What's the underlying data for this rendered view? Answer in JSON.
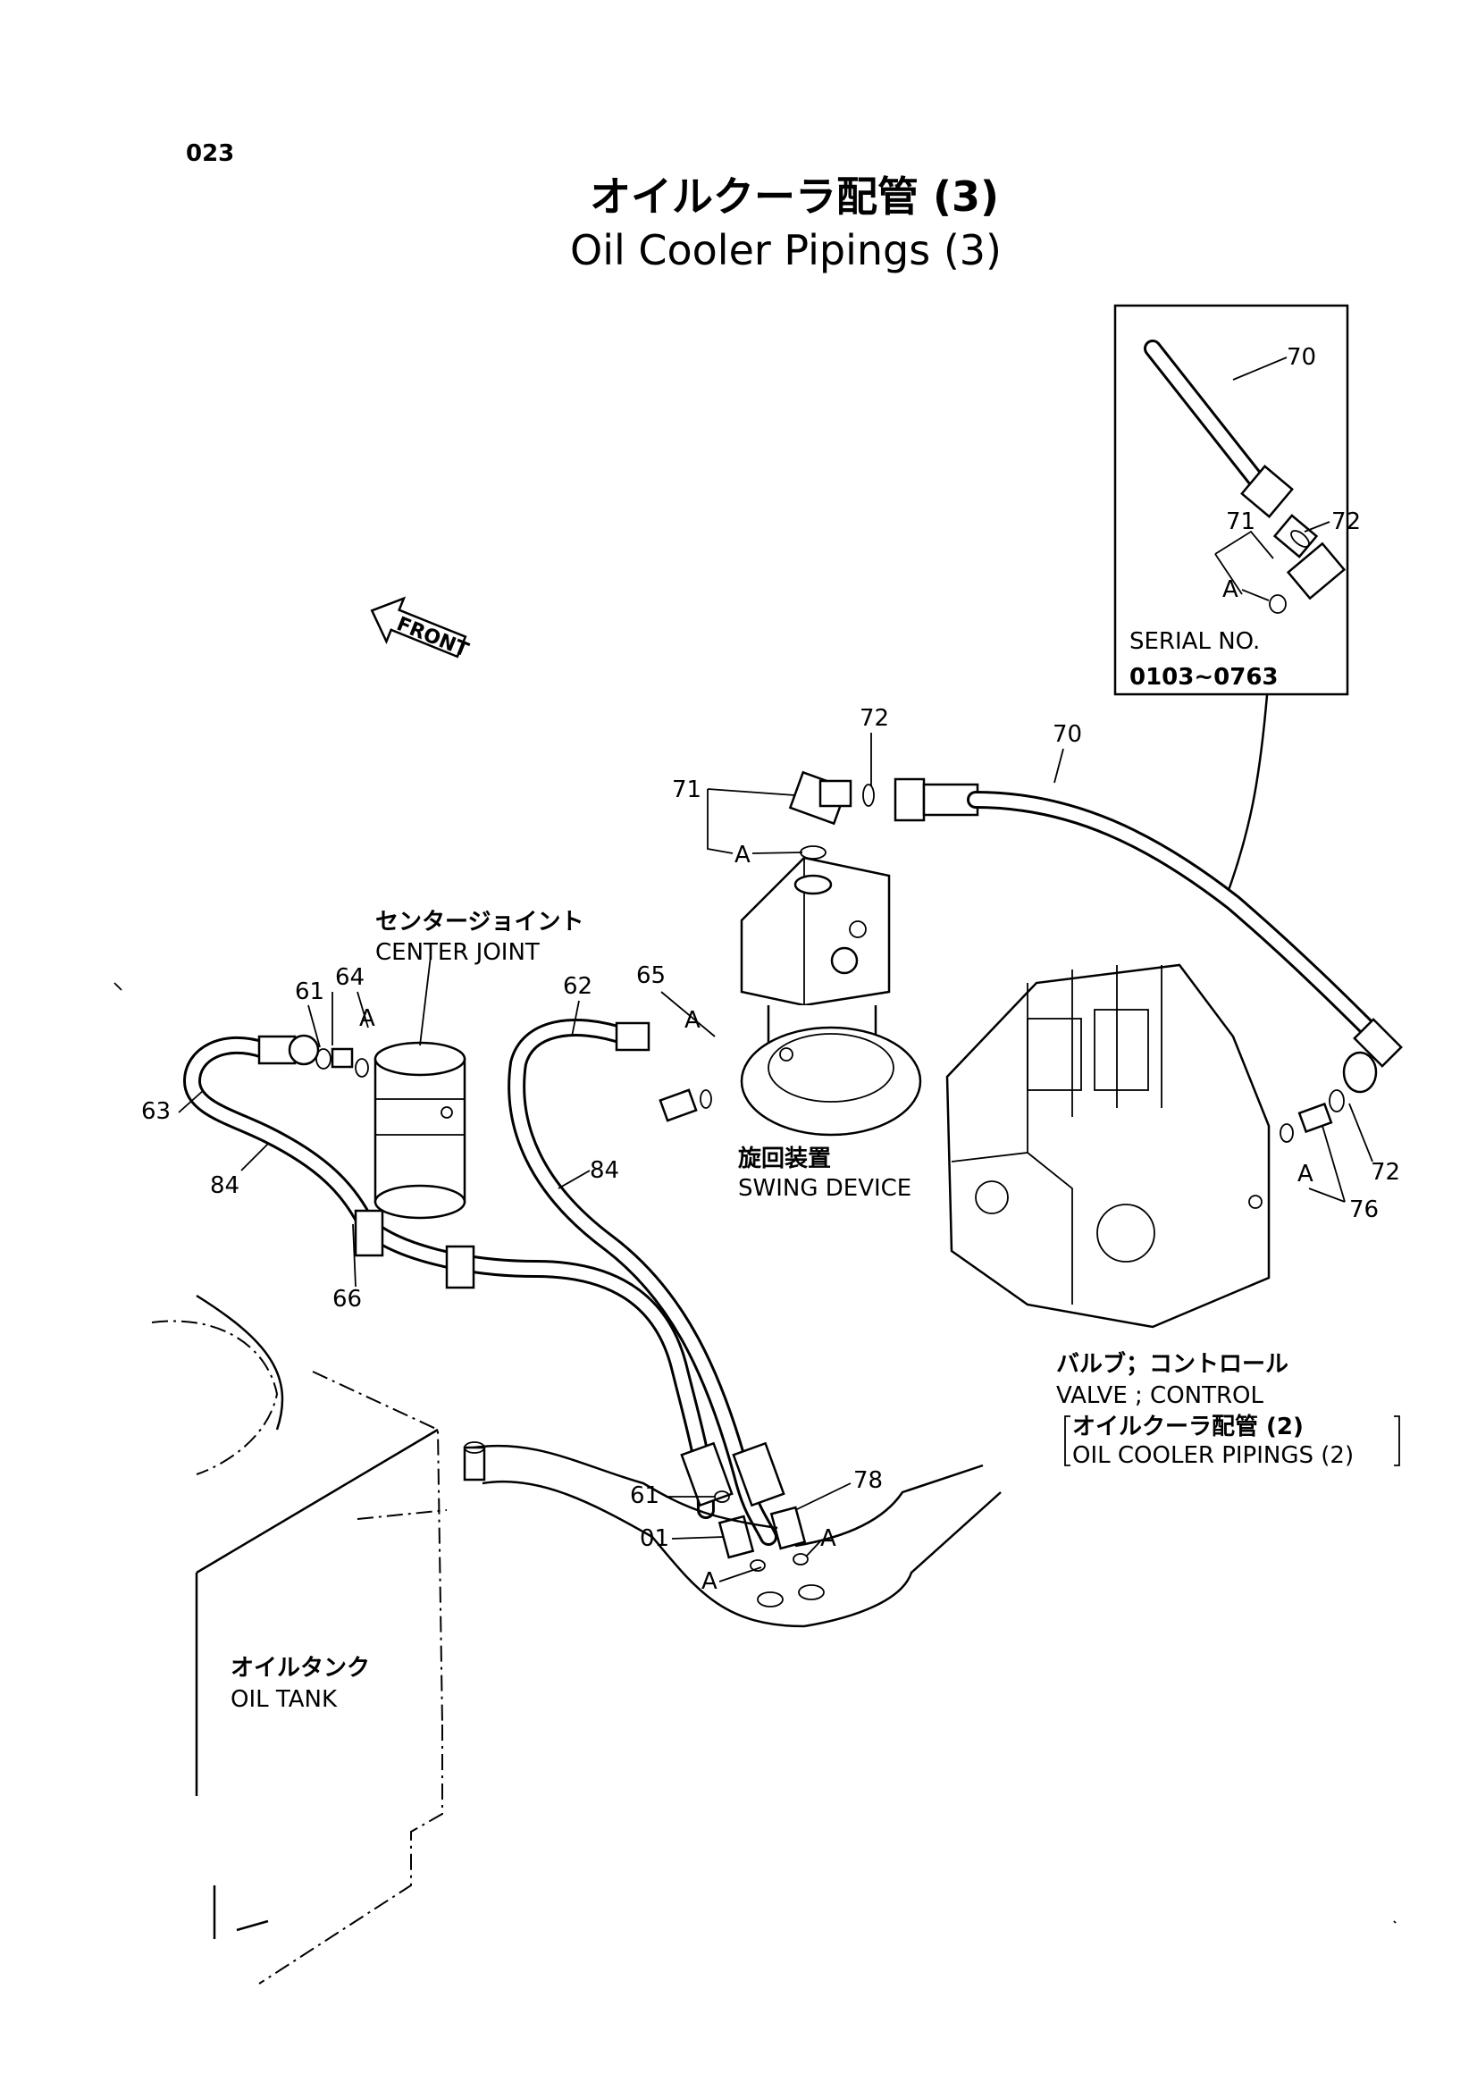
{
  "page_number": "023",
  "title_jp": "オイルクーラ配管 (3)",
  "title_en": "Oil Cooler Pipings (3)",
  "front_label": "FRONT",
  "inset": {
    "serial_label": "SERIAL NO.",
    "serial_range": "0103~0763"
  },
  "component_labels": {
    "center_joint_jp": "センタージョイント",
    "center_joint_en": "CENTER JOINT",
    "swing_device_jp": "旋回装置",
    "swing_device_en": "SWING DEVICE",
    "valve_jp": "バルブ；コントロール",
    "valve_en": "VALVE ; CONTROL",
    "oil_cooler_ref_jp": "オイルクーラ配管 (2)",
    "oil_cooler_ref_en": "OIL COOLER PIPINGS (2)",
    "oil_tank_jp": "オイルタンク",
    "oil_tank_en": "OIL TANK"
  },
  "callouts": {
    "inset_70": "70",
    "inset_71": "71",
    "inset_72": "72",
    "inset_A": "A",
    "p72_top": "72",
    "p70_main": "70",
    "p71_main": "71",
    "pA_71": "A",
    "p61_left": "61",
    "p64": "64",
    "pA_64": "A",
    "p63": "63",
    "p84_left": "84",
    "p66": "66",
    "p62": "62",
    "p65": "65",
    "pA_65": "A",
    "p84_mid": "84",
    "p72_right": "72",
    "pA_76": "A",
    "p76": "76",
    "p61_bottom": "61",
    "p01": "01",
    "pA_01": "A",
    "p78": "78",
    "pA_78": "A"
  }
}
